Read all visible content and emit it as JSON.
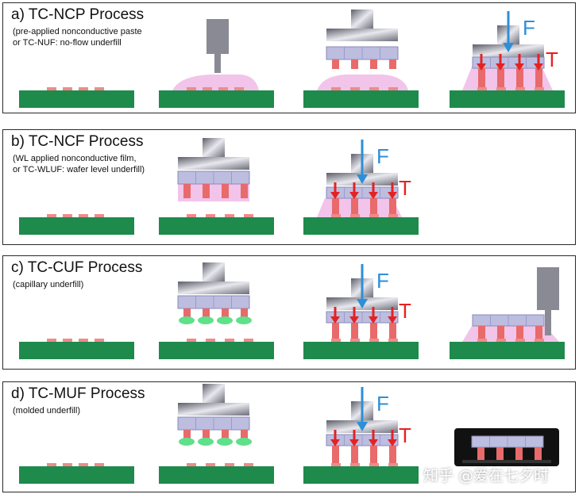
{
  "panels": [
    {
      "title": "a) TC-NCP Process",
      "subtitle": "(pre-applied nonconductive paste\nor TC-NUF:  no-flow underfill"
    },
    {
      "title": "b) TC-NCF Process",
      "subtitle": "(WL applied  nonconductive film,\nor TC-WLUF: wafer level underfill)"
    },
    {
      "title": "c) TC-CUF Process",
      "subtitle": "(capillary underfill)"
    },
    {
      "title": "d) TC-MUF Process",
      "subtitle": "(molded underfill)"
    }
  ],
  "labels": {
    "force": "F",
    "temperature": "T"
  },
  "watermark": "知乎 @爱在七夕时",
  "colors": {
    "substrate": "#1e8a4c",
    "pad": "#f08a8a",
    "die": "#bdbde0",
    "bump": "#e86a6a",
    "underfill": "#f2c4ea",
    "solder_green": "#5fe08a",
    "force_arrow": "#2d8fd8",
    "heat_arrow": "#e52222",
    "tool": "#8a8a94",
    "mold": "#111111"
  }
}
